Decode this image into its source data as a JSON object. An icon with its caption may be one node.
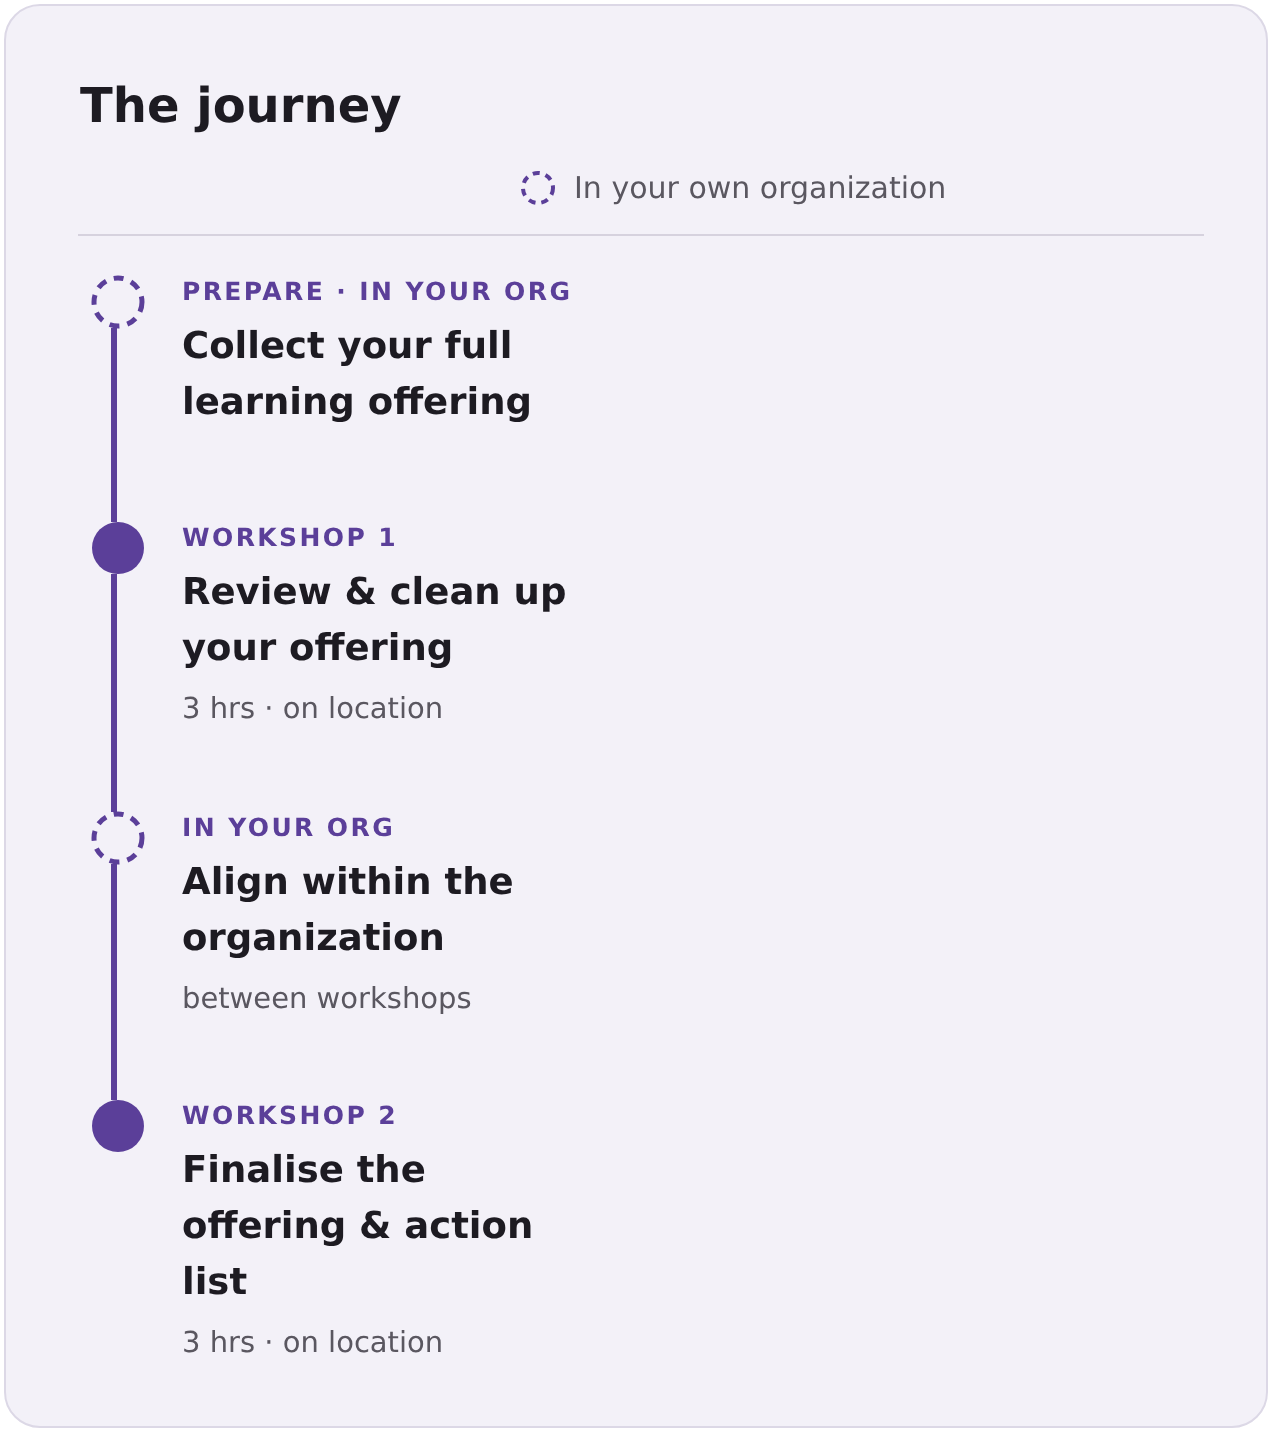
{
  "diagram": {
    "title": "The journey",
    "nodes": [
      {
        "text": [],
        "shape": "ring",
        "beside": [
          "PREPARE · IN YOUR ORG",
          "Collect your full learning offering"
        ]
      },
      {
        "text": [],
        "shape": "circle",
        "beside": [
          "WORKSHOP 1",
          "Review & clean up your offering",
          "3 hrs · on location"
        ]
      },
      {
        "text": [],
        "shape": "ring",
        "beside": [
          "IN YOUR ORG",
          "Align within the organization",
          "between workshops"
        ]
      },
      {
        "text": [],
        "shape": "circle",
        "beside": [
          "WORKSHOP 2",
          "Finalise the offering & action list",
          "3 hrs · on location"
        ]
      }
    ],
    "edges": [
      {
        "from": 0,
        "to": 1,
        "arrow": "none"
      },
      {
        "from": 1,
        "to": 2,
        "arrow": "none"
      },
      {
        "from": 2,
        "to": 3,
        "arrow": "none"
      }
    ],
    "legend": [
      {
        "text": "In your own organization"
      }
    ]
  }
}
